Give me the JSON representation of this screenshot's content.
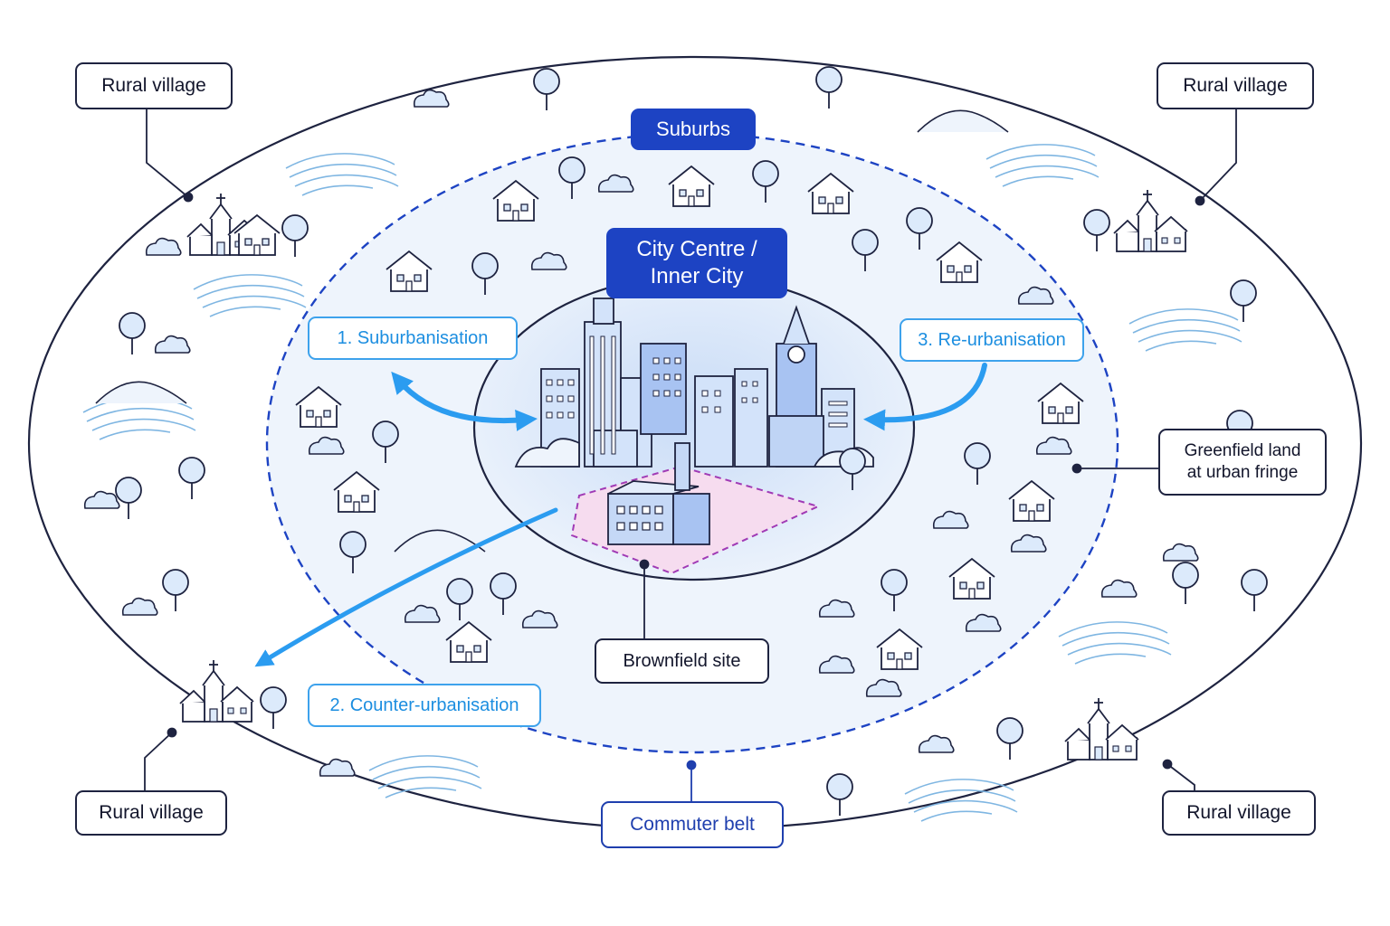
{
  "labels": {
    "rural_village_top_left": "Rural village",
    "rural_village_top_right": "Rural village",
    "rural_village_bottom_left": "Rural village",
    "rural_village_bottom_right": "Rural village",
    "suburbs": "Suburbs",
    "city_centre_line1": "City Centre /",
    "city_centre_line2": "Inner City",
    "suburbanisation": "1. Suburbanisation",
    "re_urbanisation": "3. Re-urbanisation",
    "counter_urbanisation": "2. Counter-urbanisation",
    "greenfield_line1": "Greenfield land",
    "greenfield_line2": "at urban fringe",
    "brownfield": "Brownfield site",
    "commuter_belt": "Commuter belt"
  },
  "colors": {
    "navy": "#1e2340",
    "royal_blue": "#1d43c3",
    "sky_blue": "#2b9cf0",
    "suburb_fill": "#eef4fc",
    "city_fill": "#dde9fa",
    "brownfield_fill": "#f6dcef",
    "brownfield_border": "#a03ab5"
  }
}
